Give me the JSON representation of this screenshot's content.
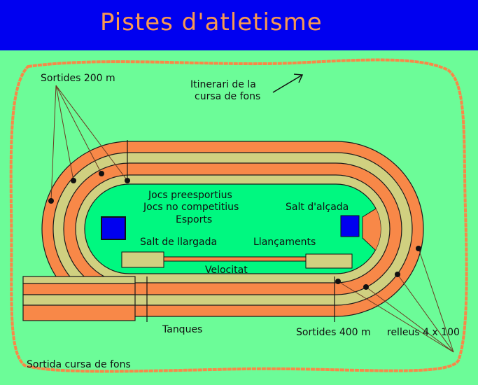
{
  "title": "Pistes d'atletisme",
  "labels": {
    "starts_200": "Sortides 200 m",
    "cross_country_route_line1": "Itinerari de la",
    "cross_country_route_line2": "cursa de fons",
    "games1": "Jocs preesportius",
    "games2": "Jocs no competitius",
    "games3": "Esports",
    "high_jump": "Salt d'alçada",
    "long_jump": "Salt de llargada",
    "throws": "Llançaments",
    "sprint": "Velocitat",
    "hurdles": "Tanques",
    "starts_400": "Sortides 400 m",
    "relay": "relleus 4 x 100",
    "cross_country_start": "Sortida cursa de fons"
  },
  "colors": {
    "header": "#0000f0",
    "title": "#f89850",
    "grass": "#6cfc98",
    "infield": "#00f880",
    "track_orange": "#f88848",
    "track_tan": "#d0d080",
    "pit_blue": "#0000f0"
  }
}
